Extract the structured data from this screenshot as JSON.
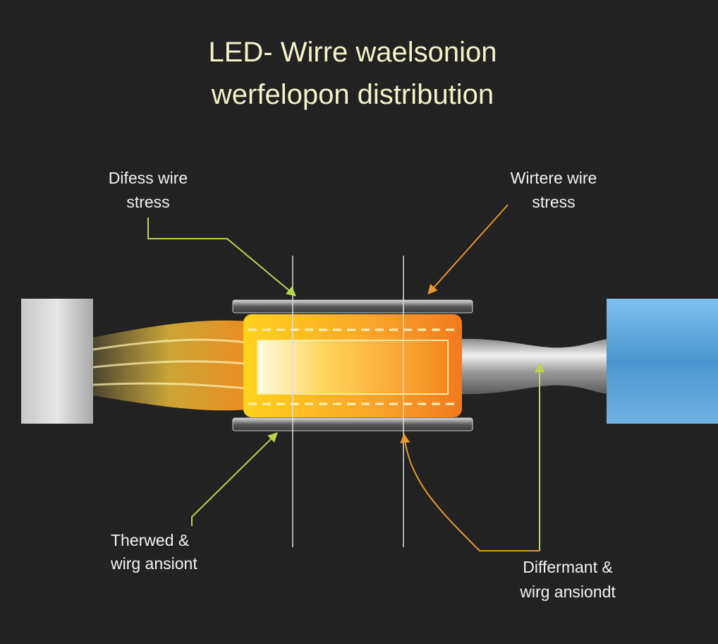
{
  "title": {
    "line1": "LED- Wirre waelsonion",
    "line2": "werfelopon distribution"
  },
  "labels": {
    "top_left": {
      "line1": "Difess wire",
      "line2": "stress"
    },
    "top_right": {
      "line1": "Wirtere wire",
      "line2": "stress"
    },
    "bottom_left": {
      "line1": "Therwed &",
      "line2": "wirg ansiont"
    },
    "bottom_right": {
      "line1": "Differmant &",
      "line2": "wirg ansiondt"
    }
  },
  "colors": {
    "background": "#222222",
    "green_arrow": "#b8d44a",
    "orange_arrow": "#e8962e",
    "led_yellow": "#ffc21a",
    "led_orange": "#f57f1c",
    "blue_block": "#4f9fd8"
  }
}
